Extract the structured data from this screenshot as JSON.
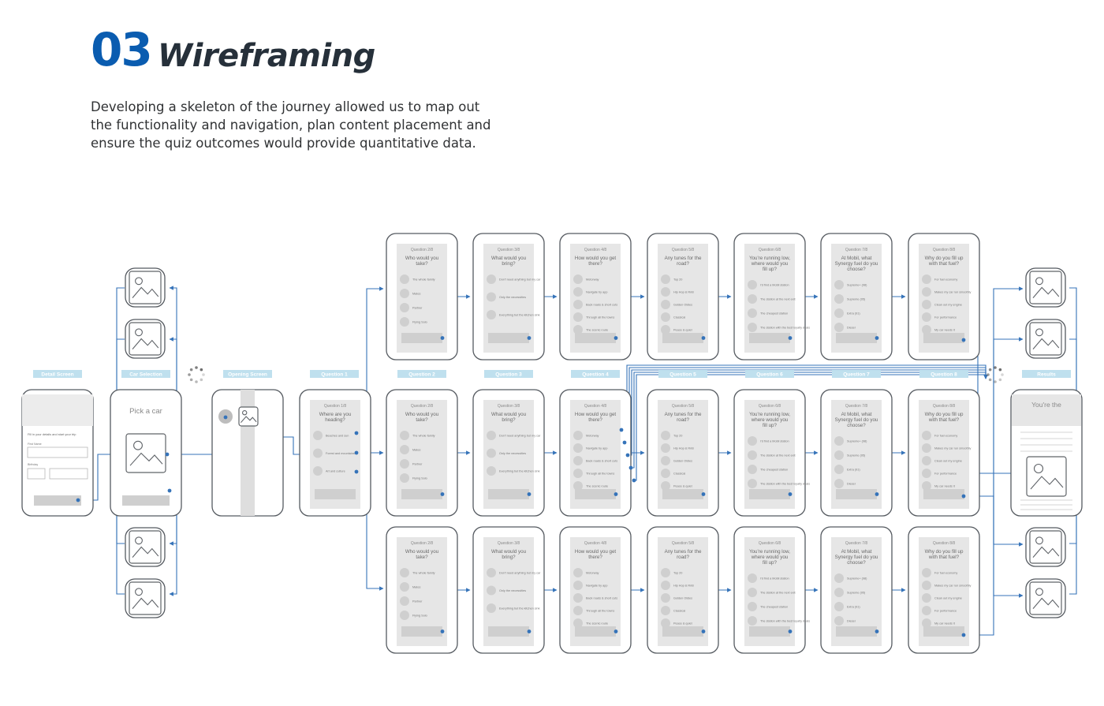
{
  "header": {
    "number": "03",
    "title": "Wireframing",
    "intro": "Developing a skeleton of the journey allowed us to map out the functionality and navigation, plan content placement and ensure the quiz outcomes would provide quantitative data."
  },
  "colors": {
    "accent_blue": "#0a5cb0",
    "connector_blue": "#3573b9",
    "tag_blue": "#bfe0ee",
    "frame_stroke": "#555a60",
    "wireframe_gray": "#e6e6e6",
    "placeholder_gray": "#cfcfcf"
  },
  "stage_labels": [
    "Detail Screen",
    "Car Selection",
    "Opening Screen",
    "Question 1",
    "Question 2",
    "Question 3",
    "Question 4",
    "Question 5",
    "Question 6",
    "Question 7",
    "Question 8",
    "Results"
  ],
  "detail_screen": {
    "intro": "Fill in your details and start your trip",
    "first_name": "First Name",
    "birthday": "Birthday"
  },
  "car_selection": {
    "heading": "Pick a car"
  },
  "results": {
    "heading": "You're the"
  },
  "question1": {
    "counter": "Question 1/8",
    "question": [
      "Where are you",
      "heading?"
    ],
    "options": [
      "Beaches and sun",
      "Forest and mountains",
      "Art and culture"
    ]
  },
  "questions": [
    {
      "counter": "Question 2/8",
      "question": [
        "Who would you",
        "take?"
      ],
      "options": [
        "The whole family",
        "Mates",
        "Partner",
        "Flying Solo"
      ]
    },
    {
      "counter": "Question 3/8",
      "question": [
        "What would you",
        "bring?"
      ],
      "options": [
        "Don't need anything but my car",
        "Only the necessities",
        "Everything but the kitchen sink"
      ]
    },
    {
      "counter": "Question 4/8",
      "question": [
        "How would you get",
        "there?"
      ],
      "options": [
        "Motorway",
        "Navigate by app",
        "Back roads & short cuts",
        "Through all the towns",
        "The scenic route"
      ]
    },
    {
      "counter": "Question 5/8",
      "question": [
        "Any tunes for the",
        "road?"
      ],
      "options": [
        "Top 20",
        "Hip Hop & RnB",
        "Golden Oldies",
        "Classical",
        "Peace & quiet"
      ]
    },
    {
      "counter": "Question 6/8",
      "question": [
        "You're running low,",
        "where would you",
        "fill up?"
      ],
      "options": [
        "I'd find a Mobil station",
        "The station at the next exit",
        "The cheapest station",
        "The station with the best loyalty deals"
      ]
    },
    {
      "counter": "Question 7/8",
      "question": [
        "At Mobil, what",
        "Synergy fuel do you",
        "choose?"
      ],
      "options": [
        "Supreme+ (98)",
        "Supreme (95)",
        "Extra (91)",
        "Diesel"
      ]
    },
    {
      "counter": "Question 8/8",
      "question": [
        "Why do you fill up",
        "with that fuel?"
      ],
      "options": [
        "For fuel economy",
        "Makes my car run smoothly",
        "Clean out my engine",
        "For performance",
        "My car needs it"
      ]
    }
  ]
}
